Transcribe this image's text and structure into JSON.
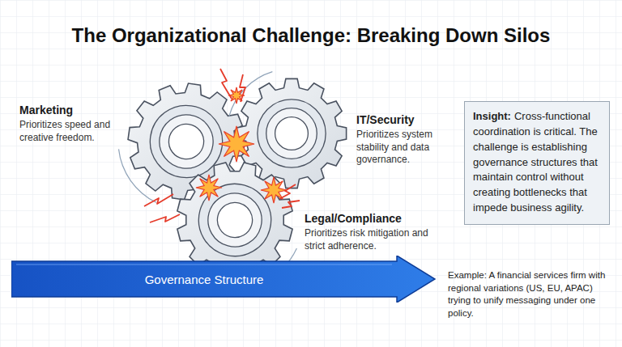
{
  "diagram": {
    "title": "The Organizational Challenge: Breaking Down Silos",
    "nodes": [
      {
        "text": [
          "Insight:",
          "Cross-functional coordination is critical. The challenge is establishing governance structures that maintain control without creating bottlenecks that impede business agility."
        ]
      },
      {
        "text": [
          "Governance Structure"
        ]
      }
    ],
    "labels": [
      "Marketing",
      "Prioritizes speed and creative freedom.",
      "IT/Security",
      "Prioritizes system stability and data governance.",
      "Legal/Compliance",
      "Prioritizes risk mitigation and strict adherence.",
      "Example: A financial services firm with regional variations (US, EU, APAC) trying to unify messaging under one policy."
    ]
  }
}
